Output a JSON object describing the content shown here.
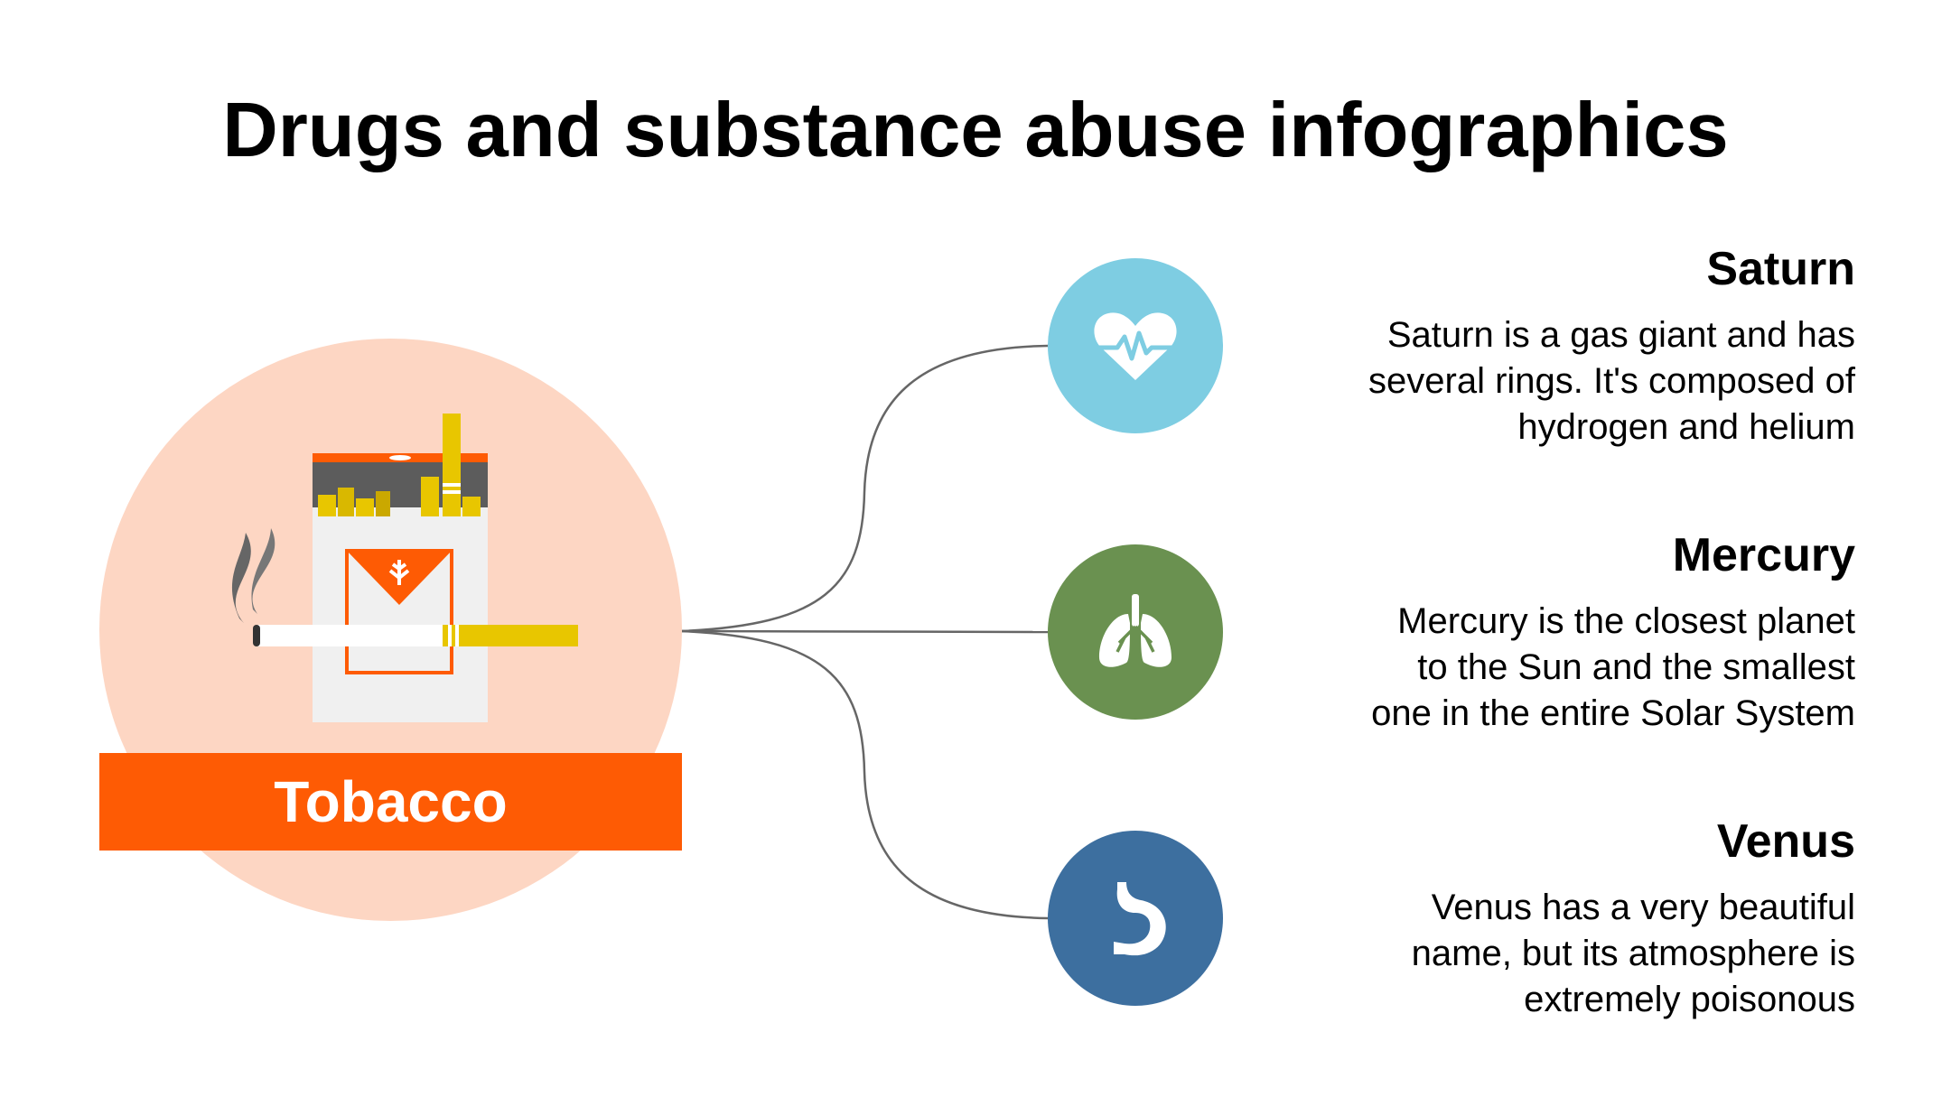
{
  "title": "Drugs and substance abuse infographics",
  "main": {
    "label": "Tobacco",
    "icon": "cigarette-pack-icon"
  },
  "items": [
    {
      "title": "Saturn",
      "description": "Saturn is a gas giant and has\nseveral rings. It's composed of\nhydrogen and helium",
      "icon": "heart-pulse-icon",
      "color": "#7ecde2"
    },
    {
      "title": "Mercury",
      "description": "Mercury is the closest planet\nto the Sun and the smallest\none in the entire Solar System",
      "icon": "lungs-icon",
      "color": "#6a9150"
    },
    {
      "title": "Venus",
      "description": "Venus has a very beautiful\nname, but its atmosphere is\nextremely poisonous",
      "icon": "stomach-icon",
      "color": "#3d6f9f"
    }
  ],
  "colors": {
    "accent": "#fe5b04",
    "circle_bg": "#fdd6c3",
    "connector": "#666666"
  }
}
